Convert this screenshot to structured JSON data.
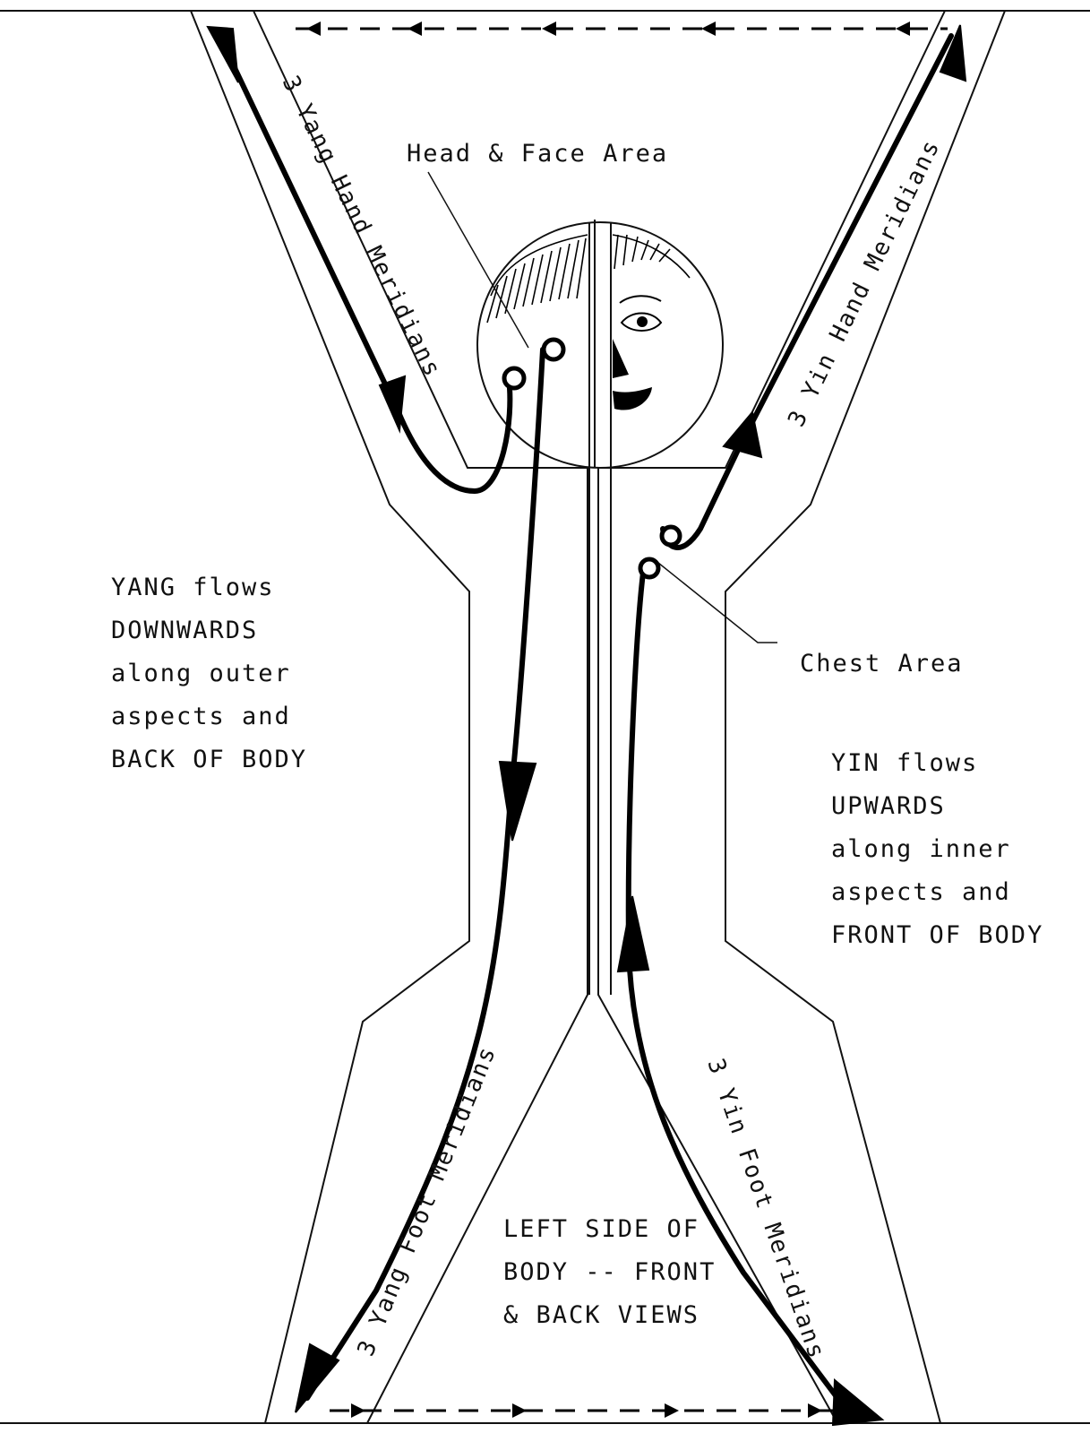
{
  "labels": {
    "head_face": "Head & Face Area",
    "chest": "Chest Area",
    "yang_hand": "3 Yang Hand Meridians",
    "yin_hand": "3 Yin Hand Meridians",
    "yang_foot": "3 Yang Foot Meridians",
    "yin_foot": "3 Yin Foot Meridians"
  },
  "yang_note": [
    "YANG flows",
    "DOWNWARDS",
    "along outer",
    "aspects and",
    "BACK OF BODY"
  ],
  "yin_note": [
    "YIN flows",
    "UPWARDS",
    "along inner",
    "aspects and",
    "FRONT OF BODY"
  ],
  "bottom_note": [
    "LEFT SIDE OF",
    "BODY -- FRONT",
    "& BACK VIEWS"
  ]
}
